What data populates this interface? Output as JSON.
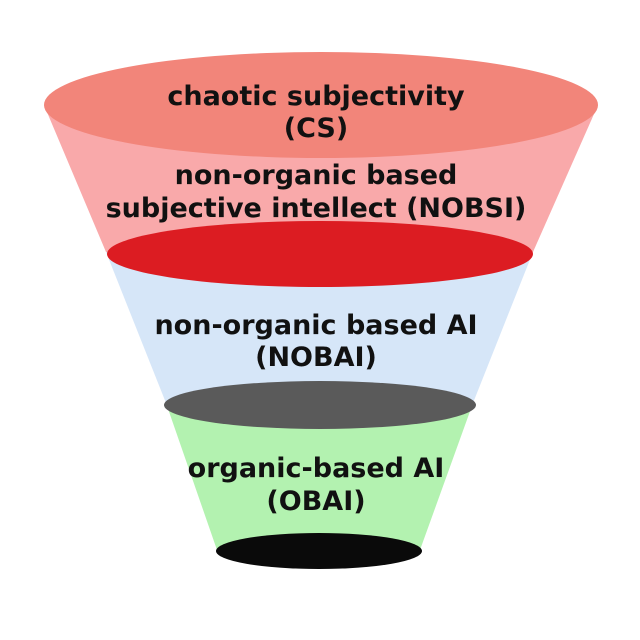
{
  "funnel": {
    "layers": [
      {
        "id": "cs",
        "lines": [
          "chaotic subjectivity",
          "(CS)"
        ],
        "color": "#f2857a"
      },
      {
        "id": "nobsi",
        "lines": [
          "non-organic based",
          "subjective intellect (NOBSI)"
        ],
        "color": "#f9a9aa"
      },
      {
        "id": "nobai",
        "lines": [
          "non-organic based AI",
          "(NOBAI)"
        ],
        "color": "#d6e6f8"
      },
      {
        "id": "obai",
        "lines": [
          "organic-based AI",
          "(OBAI)"
        ],
        "color": "#b3f2b0"
      }
    ],
    "divider_colors": {
      "red": "#dc1c22",
      "gray": "#5a5a5a",
      "black": "#0a0a0a"
    }
  }
}
